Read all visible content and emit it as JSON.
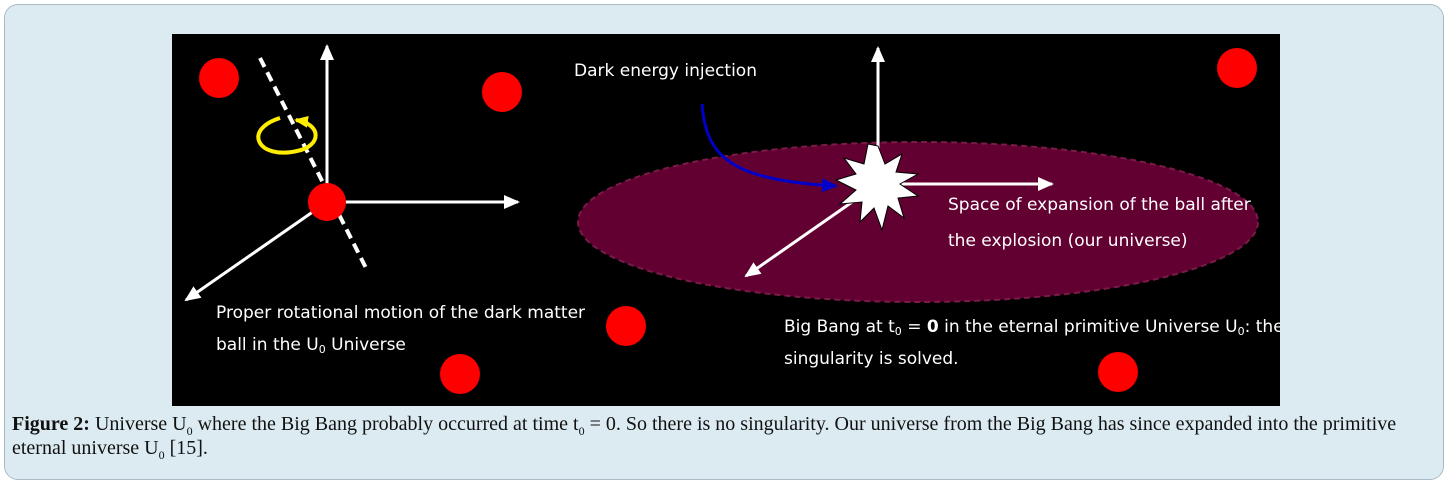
{
  "figure": {
    "labels": {
      "dark_energy": "Dark energy  injection",
      "expansion_line1": "Space of expansion of the ball after",
      "expansion_line2": "the explosion (our universe)",
      "rotation_line1": "Proper rotational motion of the dark matter",
      "rotation_line2_pre": "ball in the U",
      "rotation_sub": "0",
      "rotation_line2_post": " Universe",
      "bigbang_line1_pre": "Big Bang at t",
      "bigbang_sub1": "0",
      "bigbang_mid": " = ",
      "bigbang_zero": "0",
      "bigbang_mid2": " in the eternal primitive Universe U",
      "bigbang_sub2": "0",
      "bigbang_line1_post": ": the",
      "bigbang_line2": "singularity is solved."
    },
    "colors": {
      "background": "#000000",
      "ellipse": "#630032",
      "ball": "#ff0000",
      "arrow": "#ffffff",
      "rotation_arrow": "#ffee00",
      "injection_arrow": "#0000c8"
    }
  },
  "caption": {
    "label": "Figure 2:",
    "t1": " Universe U",
    "s1": "0",
    "t2": " where the Big Bang probably occurred at time t",
    "s2": "0",
    "t3": " = 0. So there is no singularity. Our universe from the Big Bang has since expanded into the primitive eternal universe U",
    "s3": "0",
    "t4": " [15]."
  }
}
